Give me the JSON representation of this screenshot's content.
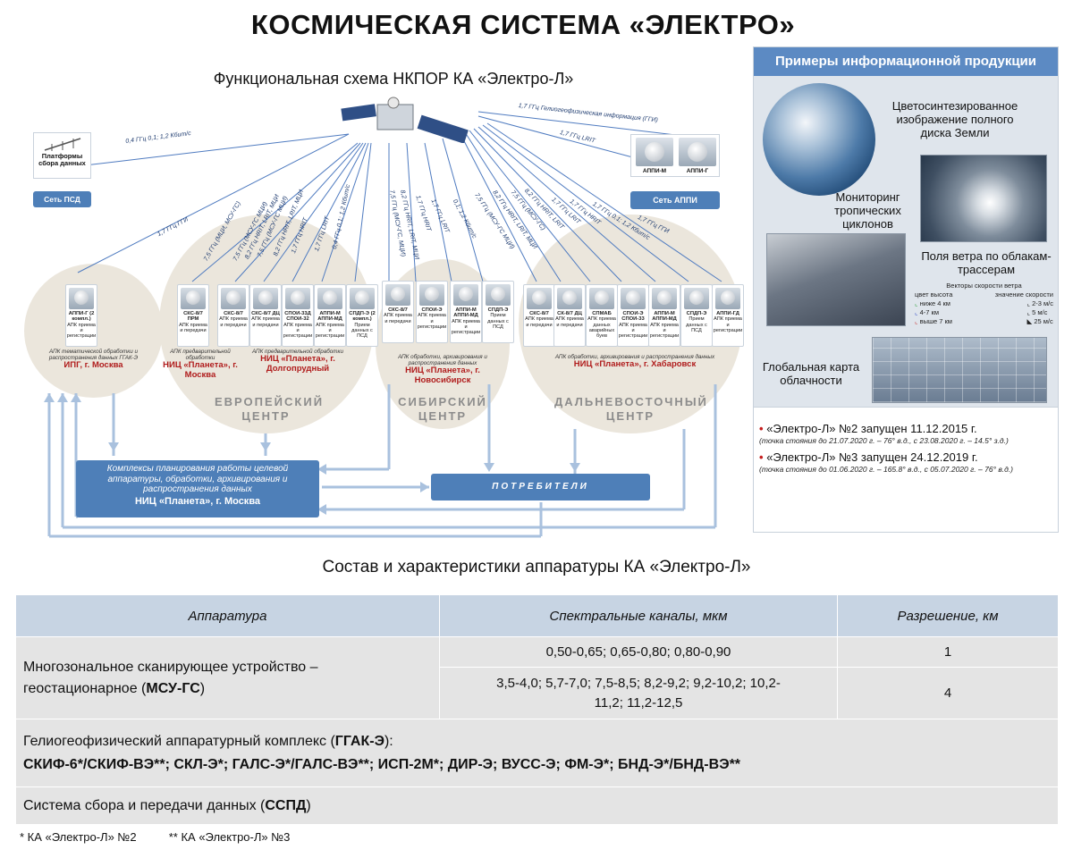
{
  "title": "КОСМИЧЕСКАЯ СИСТЕМА «ЭЛЕКТРО»",
  "scheme_title": "Функциональная схема НКПОР КА «Электро-Л»",
  "psd": {
    "label": "Платформы сбора данных",
    "network": "Сеть ПСД"
  },
  "appi": {
    "m": "АППИ-М",
    "g": "АППИ-Г",
    "network": "Сеть АППИ"
  },
  "links": {
    "psd": "0,4 ГГц   0,1; 1,2 Кбит/с",
    "appi_geo": "1,7 ГГц   Гелиогеофизическая информация (ГГИ)",
    "appi_lrit": "1,7 ГГц   LRIT",
    "ipg": "1,7 ГГц   ГГИ",
    "eu": [
      "7,5 ГГц   (МЦИ, МСУ-ГС)",
      "7,5 ГГц   (МСУ-ГС МЦИ)",
      "8,2 ГГц   HRIT, LRIT, МЦИ",
      "7,5 ГГц   (МСУ-ГС МЦИ)",
      "8,2 ГГц   HRIT, LRIT, МЦИ",
      "1,7 ГГц   HRIT",
      "1,7 ГГц   LRIT",
      "0,4 ГГц   0,1; 1,2 Кбит/с"
    ],
    "sib": [
      "7,5 ГГц   (МСУ-ГС, МЦИ)",
      "8,2 ГГц   HRIT, LRIT, МЦИ",
      "1,7 ГГц   HRIT",
      "1,7 ГГц   LRIT",
      "0,1; 1,2 Кбит/с"
    ],
    "far": [
      "7,5 ГГц   (МСУ-ГС МЦИ)",
      "8,2 ГГц   HRIT, LRIT, МЦИ",
      "7,5 ГГц   (МСУ-ГС)",
      "8,2 ГГц   HRIT, LRIT",
      "1,7 ГГц   LRIT",
      "1,7 ГГц   HRIT",
      "1,7 ГГц   0,1; 1,2 Кбит/с",
      "1,7 ГГц   ГГИ"
    ]
  },
  "ipg": {
    "station": "АППИ-Г (2 компл.)",
    "station_sub": "АПК приема и регистрации",
    "caption": "АПК тематической обработки и распространения данных ГГАК-Э",
    "name": "ИПГ, г. Москва"
  },
  "eu": {
    "stations": [
      {
        "name": "СКС-8/7 ПРМ",
        "sub": "АПК приема и передачи"
      },
      {
        "name": "СКС-8/7",
        "sub": "АПК приема и передачи"
      },
      {
        "name": "СКС-8/7 ДЦ",
        "sub": "АПК приема и передачи"
      },
      {
        "name": "СПОИ-33Д СПОИ-32",
        "sub": "АПК приема и регистрации"
      },
      {
        "name": "АППИ-М АППИ-МД",
        "sub": "АПК приема и регистрации"
      },
      {
        "name": "СПДП-Э (2 компл.)",
        "sub": "Прием данных с ПСД"
      }
    ],
    "caption_left": "АПК предварительной обработки",
    "caption_right": "АПК предварительной обработки",
    "org_left": "НИЦ «Планета», г. Москва",
    "org_right": "НИЦ «Планета», г. Долгопрудный",
    "center": "ЕВРОПЕЙСКИЙ ЦЕНТР"
  },
  "sib": {
    "stations": [
      {
        "name": "СКС-8/7",
        "sub": "АПК приема и передачи"
      },
      {
        "name": "СПОИ-Э",
        "sub": "АПК приема и регистрации"
      },
      {
        "name": "АППИ-М АППИ-МД",
        "sub": "АПК приема и регистрации"
      },
      {
        "name": "СПДП-Э",
        "sub": "Прием данных с ПСД"
      }
    ],
    "caption": "АПК обработки, архивирования и распространения данных",
    "org": "НИЦ «Планета», г. Новосибирск",
    "center": "СИБИРСКИЙ ЦЕНТР"
  },
  "far": {
    "stations": [
      {
        "name": "СКС-8/7",
        "sub": "АПК приема и передачи"
      },
      {
        "name": "СК-8/7 ДЦ",
        "sub": "АПК приема и передачи"
      },
      {
        "name": "СПМАБ",
        "sub": "АПК приема данных аварийных буев"
      },
      {
        "name": "СПОИ-Э СПОИ-33",
        "sub": "АПК приема и регистрации"
      },
      {
        "name": "АППИ-М АППИ-МД",
        "sub": "АПК приема и регистрации"
      },
      {
        "name": "СПДП-Э",
        "sub": "Прием данных с ПСД"
      },
      {
        "name": "АППИ-ГД",
        "sub": "АПК приема и регистрации"
      }
    ],
    "caption": "АПК обработки, архивирования и распространения данных",
    "org": "НИЦ «Планета», г. Хабаровск",
    "center": "ДАЛЬНЕВОСТОЧНЫЙ ЦЕНТР"
  },
  "complex": {
    "text": "Комплексы планирования работы целевой аппаратуры, обработки, архивирования и распространения данных",
    "org": "НИЦ «Планета», г. Москва"
  },
  "consumers": "ПОТРЕБИТЕЛИ",
  "panel": {
    "title": "Примеры информационной продукции",
    "disk": "Цветосинтезированное изображение полного диска Земли",
    "cyclone": "Мониторинг тропических циклонов",
    "wind": "Поля ветра по облакам-трассерам",
    "wind_legend": {
      "title": "Векторы скорости ветра",
      "col1": "цвет   высота",
      "col2": "значение скорости",
      "rows1": [
        "ниже 4 км",
        "4-7 км",
        "выше 7 км"
      ],
      "rows2": [
        "2-3 м/с",
        "5 м/с",
        "25 м/с"
      ]
    },
    "clouds": "Глобальная карта облачности",
    "notes": [
      {
        "main": "«Электро-Л» №2 запущен 11.12.2015 г.",
        "sub": "(точка стояния до 21.07.2020 г. – 76° в.д., с 23.08.2020 г. – 14.5° з.д.)"
      },
      {
        "main": "«Электро-Л» №3 запущен 24.12.2019 г.",
        "sub": "(точка стояния до 01.06.2020 г. – 165.8° в.д., с 05.07.2020 г. – 76° в.д.)"
      }
    ]
  },
  "table": {
    "title": "Состав и характеристики аппаратуры КА «Электро-Л»",
    "headers": [
      "Аппаратура",
      "Спектральные каналы, мкм",
      "Разрешение, км"
    ],
    "msu_name": "Многозональное сканирующее устройство – геостационарное (",
    "msu_bold": "МСУ-ГС",
    "msu_close": ")",
    "rows": [
      {
        "channels": "0,50-0,65; 0,65-0,80; 0,80-0,90",
        "res": "1"
      },
      {
        "channels": "3,5-4,0; 5,7-7,0;  7,5-8,5; 8,2-9,2; 9,2-10,2; 10,2-11,2; 11,2-12,5",
        "res": "4"
      }
    ],
    "ggak_name": "Гелиогеофизический аппаратурный комплекс (",
    "ggak_bold": "ГГАК-Э",
    "ggak_close": "):",
    "ggak_list": "СКИФ-6*/СКИФ-ВЭ**; СКЛ-Э*; ГАЛС-Э*/ГАЛС-ВЭ**; ИСП-2М*; ДИР-Э; ВУСС-Э; ФМ-Э*; БНД-Э*/БНД-ВЭ**",
    "sspd_name": "Система сбора и передачи данных (",
    "sspd_bold": "ССПД",
    "sspd_close": ")"
  },
  "footnotes": {
    "one": "* КА «Электро-Л» №2",
    "two": "** КА «Электро-Л» №3"
  }
}
